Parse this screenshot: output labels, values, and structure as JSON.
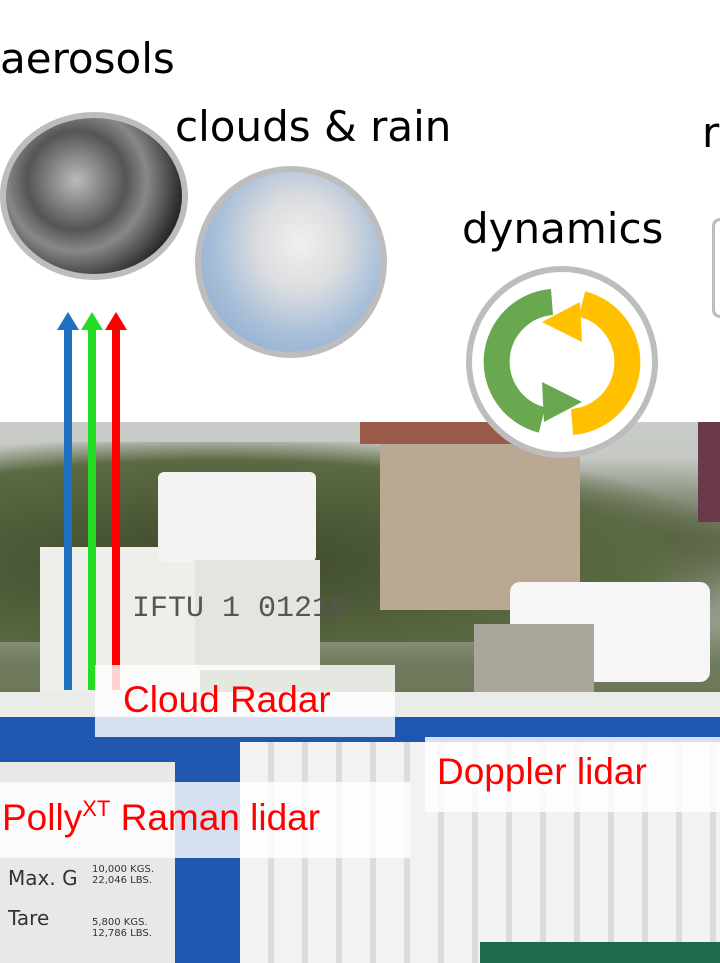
{
  "categories": {
    "aerosols": "aerosols",
    "clouds": "clouds & rain",
    "dynamics": "dynamics",
    "partial": "r"
  },
  "instruments": {
    "cloud_radar": "Cloud Radar",
    "doppler_lidar": "Doppler lidar",
    "polly_main": "Polly",
    "polly_sup": "XT",
    "polly_rest": " Raman lidar"
  },
  "photo_text": {
    "container_id": "IFTU 1 01219",
    "max": "Max. G",
    "tare": "Tare",
    "w1": "10,000 KGS. 22,046 LBS.",
    "w2": "5,800 KGS. 12,786 LBS."
  },
  "colors": {
    "arrow_blue": "#1f6fc0",
    "arrow_green": "#22dd22",
    "arrow_red": "#ff0000",
    "cycle_green": "#6aa84f",
    "cycle_yellow": "#ffc000",
    "label_red": "#ff0000"
  }
}
